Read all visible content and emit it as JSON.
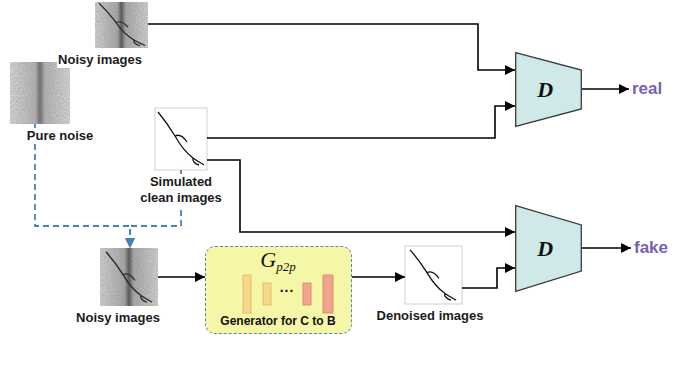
{
  "diagram": {
    "nodes": [
      {
        "text": [
          "Noisy images"
        ]
      },
      {
        "text": [
          "Pure noise"
        ]
      },
      {
        "text": [
          "Simulated clean images"
        ]
      },
      {
        "text": [
          "Noisy images"
        ]
      },
      {
        "text": [
          "G",
          "p2p",
          "...",
          "Generator for C to B"
        ]
      },
      {
        "text": [
          "Denoised images"
        ]
      },
      {
        "text": [
          "D"
        ]
      },
      {
        "text": [
          "real"
        ]
      },
      {
        "text": [
          "D"
        ]
      },
      {
        "text": [
          "fake"
        ]
      }
    ],
    "edges": [
      {
        "from": 0,
        "to": 6,
        "arrow": "to"
      },
      {
        "from": 2,
        "to": 6,
        "arrow": "to"
      },
      {
        "from": 2,
        "to": 8,
        "arrow": "to"
      },
      {
        "from": 1,
        "to": 3,
        "arrow": "to"
      },
      {
        "from": 2,
        "to": 3,
        "arrow": "to"
      },
      {
        "from": 3,
        "to": 4,
        "arrow": "to"
      },
      {
        "from": 4,
        "to": 5,
        "arrow": "to"
      },
      {
        "from": 5,
        "to": 8,
        "arrow": "to"
      },
      {
        "from": 6,
        "to": 7,
        "arrow": "to"
      },
      {
        "from": 8,
        "to": 9,
        "arrow": "to"
      }
    ]
  }
}
